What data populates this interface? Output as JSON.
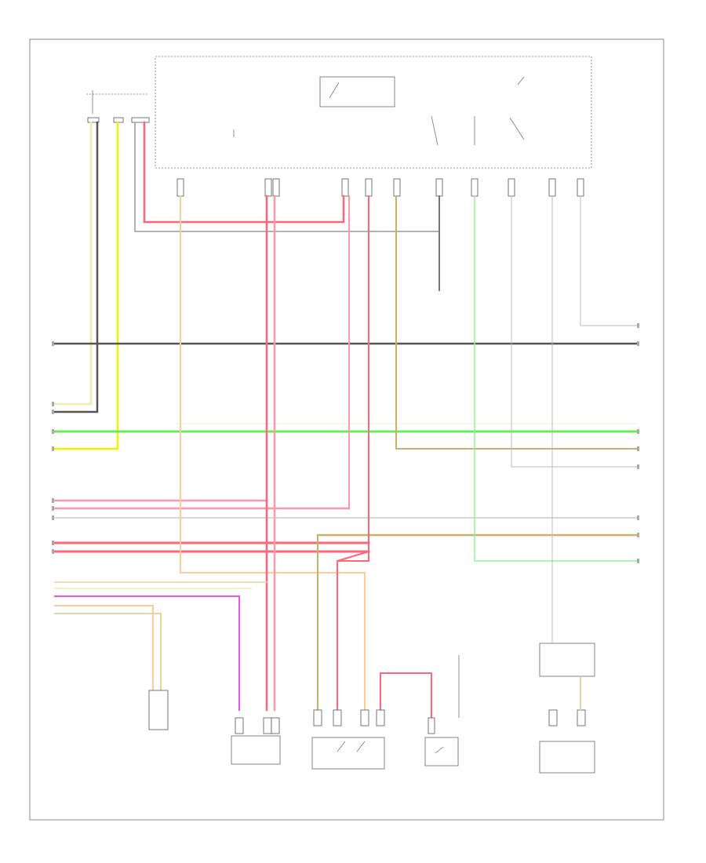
{
  "wire_colors": {
    "black": "#555555",
    "gray": "#999999",
    "yellow": "#f2f200",
    "pale_yellow": "#eeeeaa",
    "green": "#66ee55",
    "pale_green": "#99ee99",
    "red": "#ff6677",
    "pink": "#ff99aa",
    "orange": "#ffcc99",
    "tan": "#d9d9a0",
    "olive": "#c8b070",
    "magenta": "#ee55ee",
    "light_gray": "#cccccc"
  },
  "modules": [
    {
      "id": "left-connector-module"
    },
    {
      "id": "engine-control-module"
    },
    {
      "id": "electronic-brake-control-module"
    },
    {
      "id": "engine-coolant-fan-relay"
    },
    {
      "id": "engine-oil-pressure-switch"
    },
    {
      "id": "brake-fluid-level-sensor"
    },
    {
      "id": "air-conditioning-relay"
    }
  ],
  "footer": {
    "code": ""
  }
}
